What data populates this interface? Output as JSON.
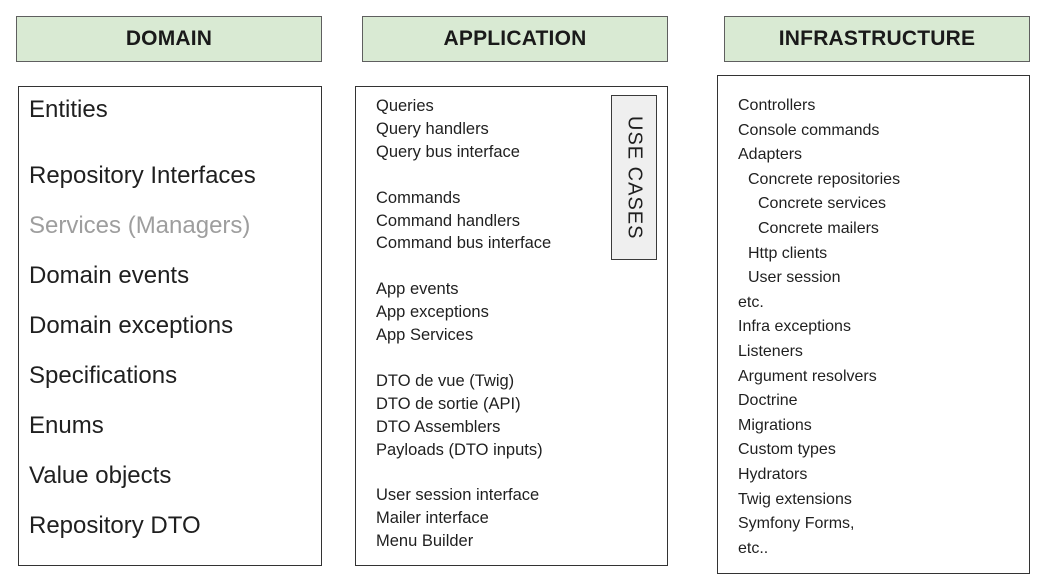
{
  "headers": {
    "domain": "DOMAIN",
    "application": "APPLICATION",
    "infrastructure": "INFRASTRUCTURE"
  },
  "domain": {
    "items": [
      {
        "label": "Entities",
        "muted": false
      },
      {
        "label": "Repository Interfaces",
        "muted": false
      },
      {
        "label": "Services  (Managers)",
        "muted": true
      },
      {
        "label": "Domain events",
        "muted": false
      },
      {
        "label": "Domain exceptions",
        "muted": false
      },
      {
        "label": "Specifications",
        "muted": false
      },
      {
        "label": "Enums",
        "muted": false
      },
      {
        "label": "Value objects",
        "muted": false
      },
      {
        "label": "Repository DTO",
        "muted": false
      }
    ]
  },
  "application": {
    "use_cases_label": "USE CASES",
    "groups": [
      [
        "Queries",
        "Query handlers",
        "Query bus interface"
      ],
      [
        "Commands",
        "Command handlers",
        "Command bus interface"
      ],
      [
        "App events",
        "App exceptions",
        "App Services"
      ],
      [
        "DTO de vue (Twig)",
        "DTO de sortie (API)",
        "DTO Assemblers",
        "Payloads (DTO inputs)"
      ],
      [
        "User session interface",
        "Mailer interface",
        "Menu Builder"
      ]
    ]
  },
  "infrastructure": {
    "items": [
      {
        "label": "Controllers",
        "indent": 0
      },
      {
        "label": "Console commands",
        "indent": 0
      },
      {
        "label": "Adapters",
        "indent": 0
      },
      {
        "label": "Concrete repositories",
        "indent": 1
      },
      {
        "label": "Concrete services",
        "indent": 2
      },
      {
        "label": "Concrete mailers",
        "indent": 2
      },
      {
        "label": "Http clients",
        "indent": 1
      },
      {
        "label": "User session",
        "indent": 1
      },
      {
        "label": "etc.",
        "indent": 0
      },
      {
        "label": "Infra exceptions",
        "indent": 0
      },
      {
        "label": "Listeners",
        "indent": 0
      },
      {
        "label": "Argument resolvers",
        "indent": 0
      },
      {
        "label": "Doctrine",
        "indent": 0
      },
      {
        "label": "Migrations",
        "indent": 0
      },
      {
        "label": "Custom types",
        "indent": 0
      },
      {
        "label": "Hydrators",
        "indent": 0
      },
      {
        "label": "Twig extensions",
        "indent": 0
      },
      {
        "label": "Symfony Forms,",
        "indent": 0
      },
      {
        "label": "etc..",
        "indent": 0
      }
    ]
  },
  "colors": {
    "header_fill": "#d9ead3",
    "muted_text": "#9e9e9e",
    "use_cases_fill": "#efefef"
  }
}
